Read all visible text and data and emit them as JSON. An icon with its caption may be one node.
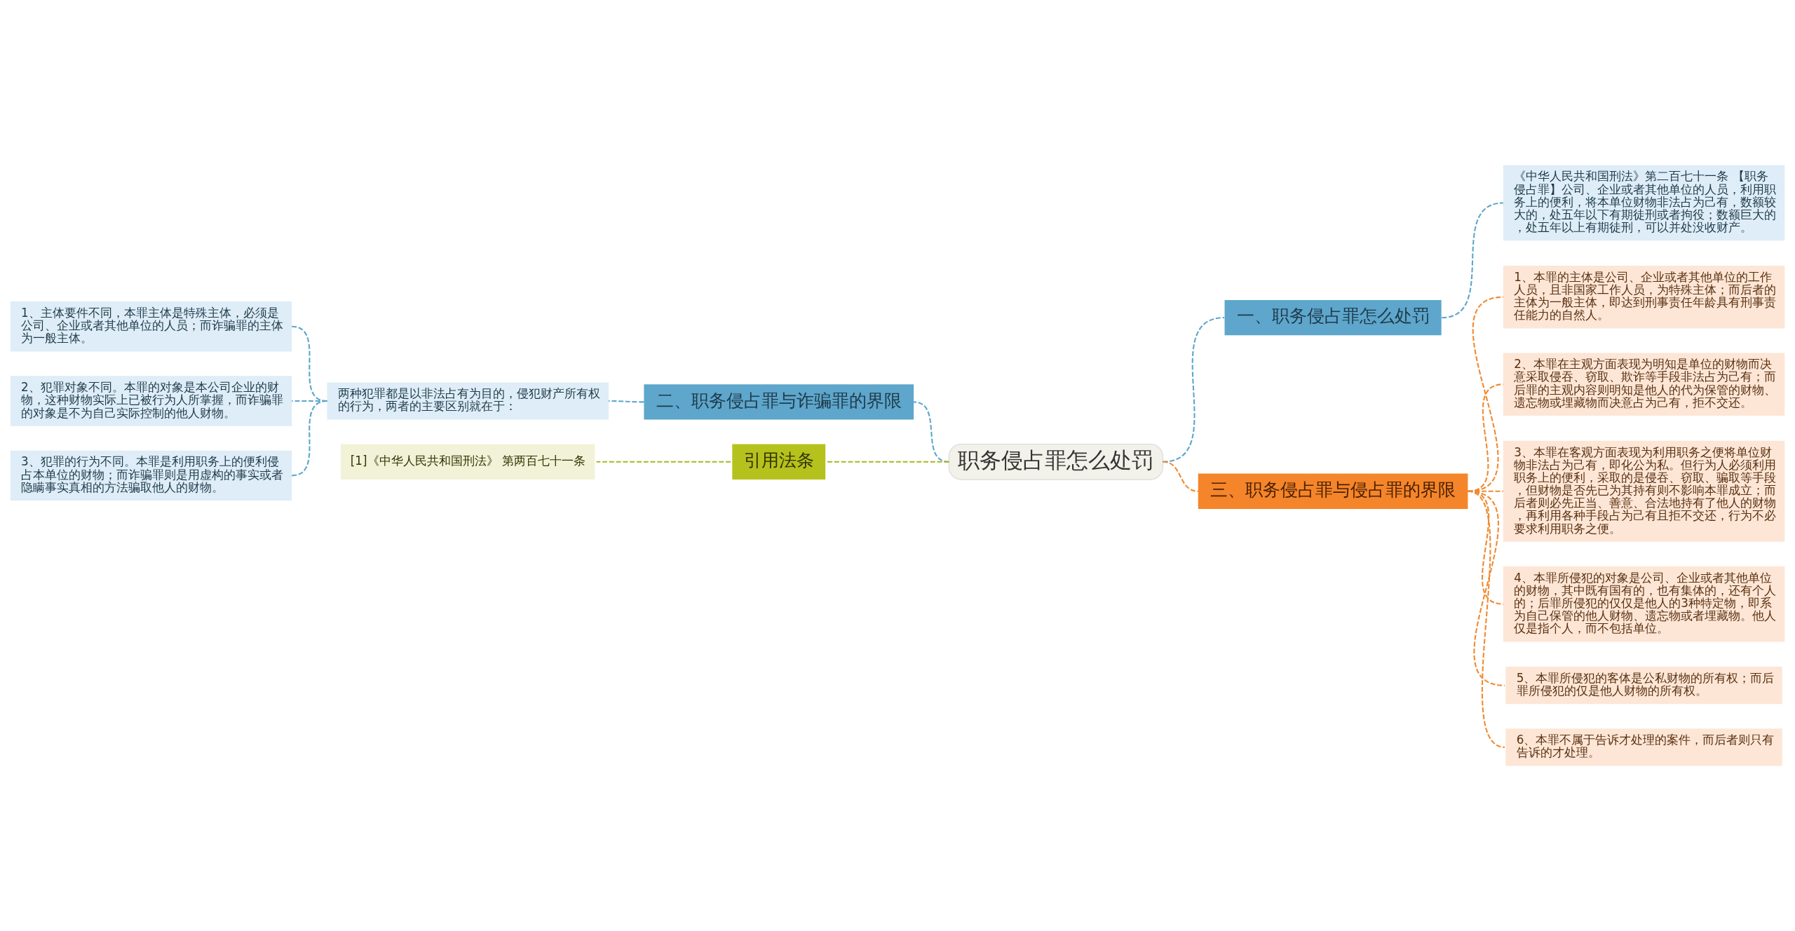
{
  "diagram": {
    "nodes": [
      {
        "text": [
          "职务侵占罪怎么处罚"
        ]
      },
      {
        "text": [
          "一、职务侵占罪怎么处罚"
        ]
      },
      {
        "text": [
          "《中华人民共和国刑法》第二百七十一条 【职务侵占罪】公司、企业或者其他单位的人员，利用职务上的便利，将本单位财物非法占为己有，数额较大的，处五年以下有期徒刑或者拘役；数额巨大的，处五年以上有期徒刑，可以并处没收财产。"
        ]
      },
      {
        "text": [
          "二、职务侵占罪与诈骗罪的界限"
        ]
      },
      {
        "text": [
          "两种犯罪都是以非法占有为目的，侵犯财产所有权的行为，两者的主要区别就在于："
        ]
      },
      {
        "text": [
          "1、主体要件不同，本罪主体是特殊主体，必须是公司、企业或者其他单位的人员；而诈骗罪的主体为一般主体。"
        ]
      },
      {
        "text": [
          "2、犯罪对象不同。本罪的对象是本公司企业的财物，这种财物实际上已被行为人所掌握，而诈骗罪的对象是不为自己实际控制的他人财物。"
        ]
      },
      {
        "text": [
          "3、犯罪的行为不同。本罪是利用职务上的便利侵占本单位的财物；而诈骗罪则是用虚构的事实或者隐瞒事实真相的方法骗取他人的财物。"
        ]
      },
      {
        "text": [
          "引用法条"
        ]
      },
      {
        "text": [
          "[1]《中华人民共和国刑法》 第两百七十一条"
        ]
      },
      {
        "text": [
          "三、职务侵占罪与侵占罪的界限"
        ]
      },
      {
        "text": [
          "1、本罪的主体是公司、企业或者其他单位的工作人员，且非国家工作人员，为特殊主体；而后者的主体为一般主体，即达到刑事责任年龄具有刑事责任能力的自然人。"
        ]
      },
      {
        "text": [
          "2、本罪在主观方面表现为明知是单位的财物而决意采取侵吞、窃取、欺诈等手段非法占为己有；而后罪的主观内容则明知是他人的代为保管的财物、遗忘物或埋藏物而决意占为己有，拒不交还。"
        ]
      },
      {
        "text": [
          "3、本罪在客观方面表现为利用职务之便将单位财物非法占为己有，即化公为私。但行为人必须利用职务上的便利，采取的是侵吞、窃取、骗取等手段，但财物是否先已为其持有则不影响本罪成立；而后者则必先正当、善意、合法地持有了他人的财物，再利用各种手段占为己有且拒不交还，行为不必要求利用职务之便。"
        ]
      },
      {
        "text": [
          "4、本罪所侵犯的对象是公司、企业或者其他单位的财物，其中既有国有的，也有集体的，还有个人的；后罪所侵犯的仅仅是他人的3种特定物，即系为自己保管的他人财物、遗忘物或者埋藏物。他人仅是指个人，而不包括单位。"
        ]
      },
      {
        "text": [
          "5、本罪所侵犯的客体是公私财物的所有权；而后罪所侵犯的仅是他人财物的所有权。"
        ]
      },
      {
        "text": [
          "6、本罪不属于告诉才处理的案件，而后者则只有告诉的才处理。"
        ]
      }
    ],
    "edges": [
      {
        "from": 0,
        "to": 1,
        "arrow": "none",
        "style": "dashed",
        "color": "#5ea6cb"
      },
      {
        "from": 1,
        "to": 2,
        "arrow": "none",
        "style": "dashed",
        "color": "#5ea6cb"
      },
      {
        "from": 0,
        "to": 3,
        "arrow": "none",
        "style": "dashed",
        "color": "#5ea6cb"
      },
      {
        "from": 3,
        "to": 4,
        "arrow": "none",
        "style": "dashed",
        "color": "#5ea6cb"
      },
      {
        "from": 4,
        "to": 5,
        "arrow": "none",
        "style": "dashed",
        "color": "#5ea6cb"
      },
      {
        "from": 4,
        "to": 6,
        "arrow": "none",
        "style": "dashed",
        "color": "#5ea6cb"
      },
      {
        "from": 4,
        "to": 7,
        "arrow": "none",
        "style": "dashed",
        "color": "#5ea6cb"
      },
      {
        "from": 0,
        "to": 8,
        "arrow": "none",
        "style": "dashed",
        "color": "#a8b820"
      },
      {
        "from": 8,
        "to": 9,
        "arrow": "none",
        "style": "dashed",
        "color": "#a8b820"
      },
      {
        "from": 0,
        "to": 10,
        "arrow": "none",
        "style": "dashed",
        "color": "#f08a30"
      },
      {
        "from": 10,
        "to": 11,
        "arrow": "none",
        "style": "dashed",
        "color": "#f08a30"
      },
      {
        "from": 10,
        "to": 12,
        "arrow": "none",
        "style": "dashed",
        "color": "#f08a30"
      },
      {
        "from": 10,
        "to": 13,
        "arrow": "none",
        "style": "dashed",
        "color": "#f08a30"
      },
      {
        "from": 10,
        "to": 14,
        "arrow": "none",
        "style": "dashed",
        "color": "#f08a30"
      },
      {
        "from": 10,
        "to": 15,
        "arrow": "none",
        "style": "dashed",
        "color": "#f08a30"
      },
      {
        "from": 10,
        "to": 16,
        "arrow": "none",
        "style": "dashed",
        "color": "#f08a30"
      }
    ]
  }
}
